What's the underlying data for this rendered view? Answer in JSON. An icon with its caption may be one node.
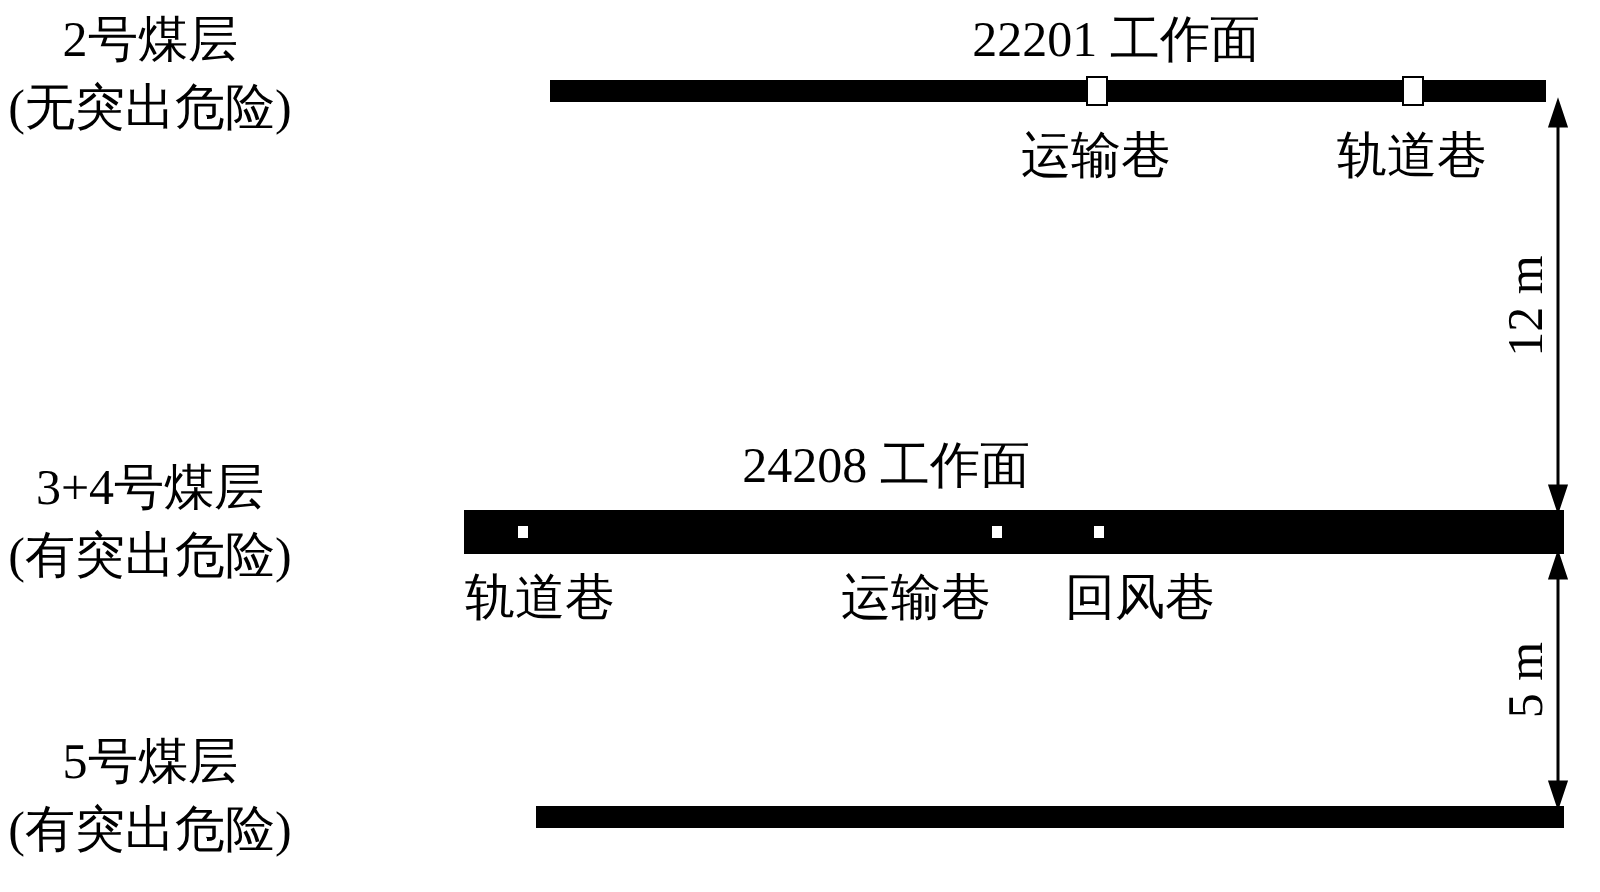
{
  "diagram": {
    "nodes": [
      {
        "text": [
          "22201 工作面"
        ]
      },
      {
        "text": [
          "运输巷"
        ],
        "in": 0
      },
      {
        "text": [
          "轨道巷"
        ],
        "in": 0
      },
      {
        "text": [
          "24208 工作面"
        ]
      },
      {
        "text": [
          "轨道巷"
        ],
        "in": 3
      },
      {
        "text": [
          "运输巷"
        ],
        "in": 3
      },
      {
        "text": [
          "回风巷"
        ],
        "in": 3
      },
      {
        "text": [],
        "shape": "bar"
      }
    ],
    "edges": [],
    "labels": [
      "2号煤层 (无突出危险)",
      "3+4号煤层 (有突出危险)",
      "5号煤层 (有突出危险)",
      "12 m",
      "5 m"
    ]
  }
}
